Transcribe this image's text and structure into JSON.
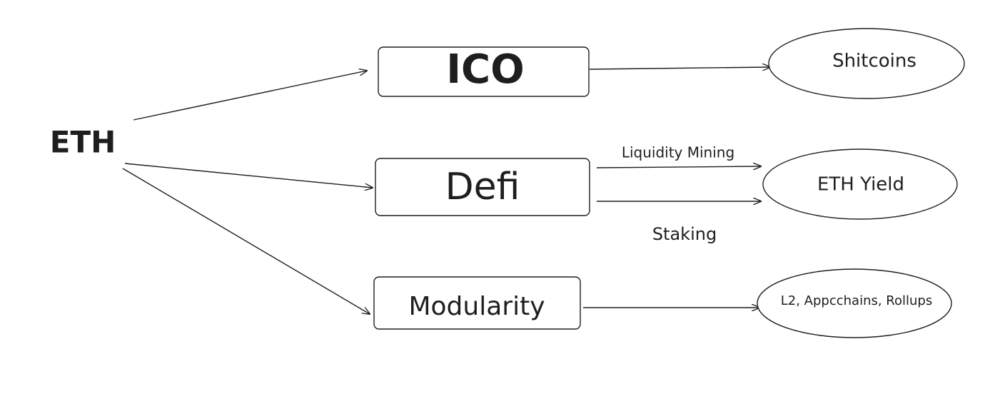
{
  "colors": {
    "stroke": "#1e1e1e",
    "text": "#1e1e1e",
    "background": "#ffffff"
  },
  "nodes": {
    "eth": "ETH",
    "ico": "ICO",
    "defi": "Defi",
    "modularity": "Modularity",
    "shitcoins": "Shitcoins",
    "eth_yield": "ETH Yield",
    "l2": "L2, Appcchains, Rollups"
  },
  "edge_labels": {
    "liquidity_mining": "Liquidity Mining",
    "staking": "Staking"
  }
}
